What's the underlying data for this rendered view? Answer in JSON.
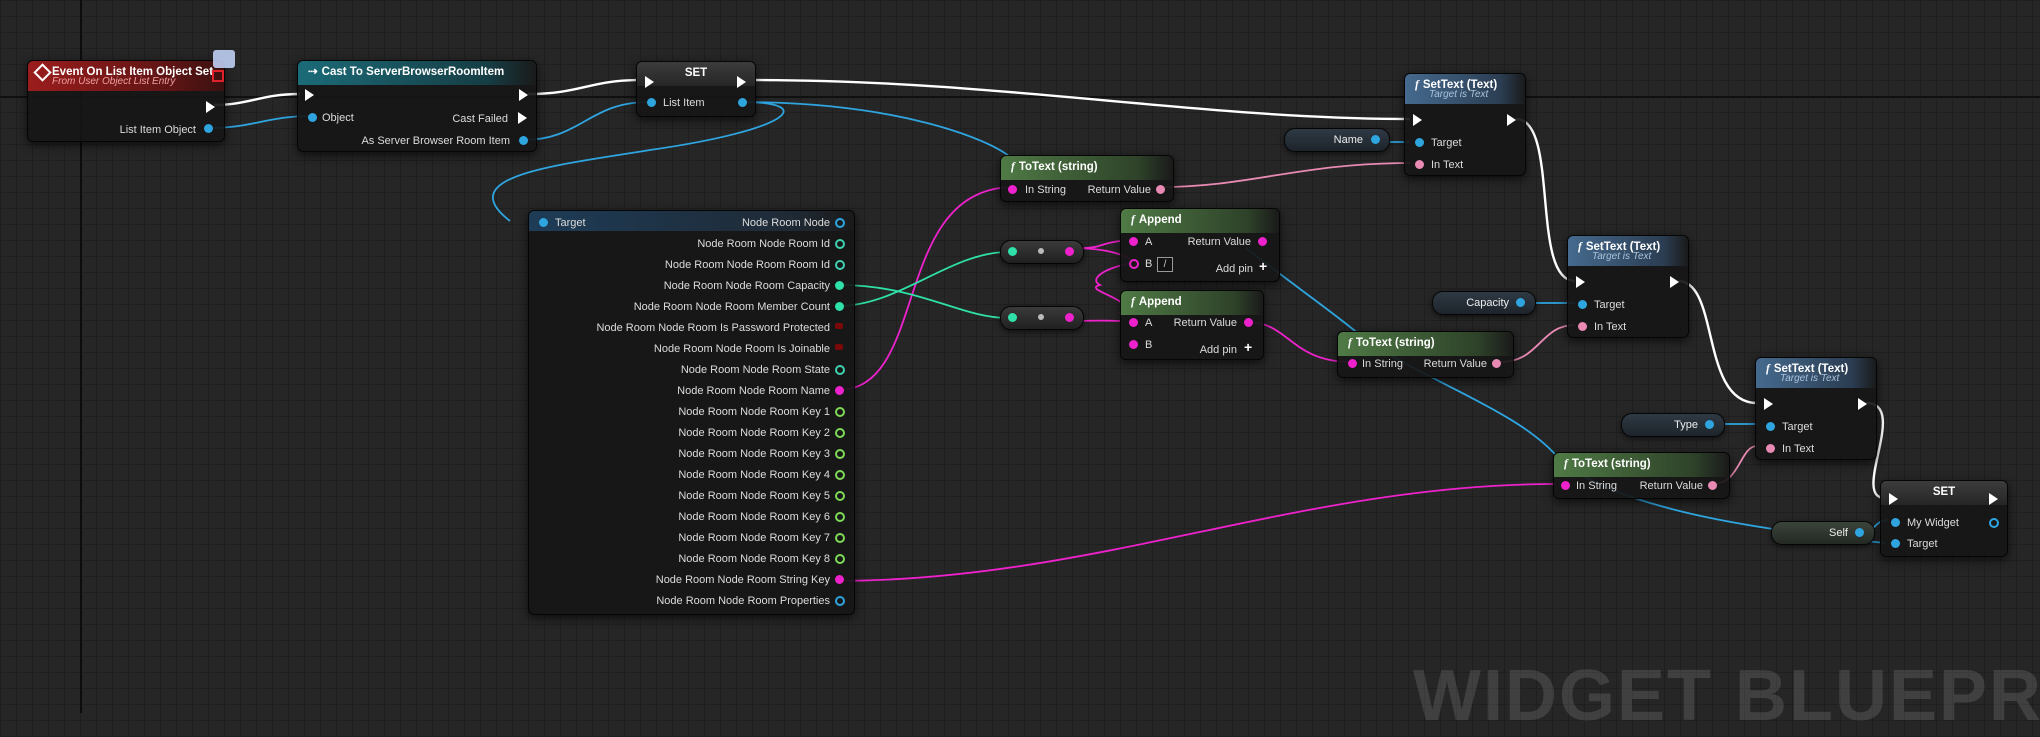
{
  "watermark": "WIDGET BLUEPRINT",
  "nodes": {
    "event": {
      "title": "Event On List Item Object Set",
      "subtitle": "From User Object List Entry",
      "pin_list_item_object": "List Item Object"
    },
    "cast": {
      "title": "Cast To ServerBrowserRoomItem",
      "pin_object": "Object",
      "pin_cast_failed": "Cast Failed",
      "pin_as": "As Server Browser Room Item"
    },
    "set1": {
      "title": "SET",
      "pin_list_item": "List Item"
    },
    "break": {
      "target": "Target",
      "pins": [
        "Node Room Node",
        "Node Room Node Room Id",
        "Node Room Node Room Room Id",
        "Node Room Node Room Capacity",
        "Node Room Node Room Member Count",
        "Node Room Node Room Is Password Protected",
        "Node Room Node Room Is Joinable",
        "Node Room Node Room State",
        "Node Room Node Room Name",
        "Node Room Node Room Key 1",
        "Node Room Node Room Key 2",
        "Node Room Node Room Key 3",
        "Node Room Node Room Key 4",
        "Node Room Node Room Key 5",
        "Node Room Node Room Key 6",
        "Node Room Node Room Key 7",
        "Node Room Node Room Key 8",
        "Node Room Node Room String Key",
        "Node Room Node Room Properties"
      ]
    },
    "totext1": {
      "title": "ToText (string)",
      "in": "In String",
      "out": "Return Value"
    },
    "append1": {
      "title": "Append",
      "a": "A",
      "b": "B",
      "b_value": "/",
      "out": "Return Value",
      "add_pin": "Add pin"
    },
    "append2": {
      "title": "Append",
      "a": "A",
      "b": "B",
      "out": "Return Value",
      "add_pin": "Add pin"
    },
    "totext2": {
      "title": "ToText (string)",
      "in": "In String",
      "out": "Return Value"
    },
    "totext3": {
      "title": "ToText (string)",
      "in": "In String",
      "out": "Return Value"
    },
    "settext1": {
      "title": "SetText (Text)",
      "subtitle": "Target is Text",
      "target": "Target",
      "in_text": "In Text"
    },
    "settext2": {
      "title": "SetText (Text)",
      "subtitle": "Target is Text",
      "target": "Target",
      "in_text": "In Text"
    },
    "settext3": {
      "title": "SetText (Text)",
      "subtitle": "Target is Text",
      "target": "Target",
      "in_text": "In Text"
    },
    "set2": {
      "title": "SET",
      "my_widget": "My Widget",
      "target": "Target"
    }
  },
  "vars": {
    "name": "Name",
    "capacity": "Capacity",
    "type": "Type",
    "self": "Self"
  }
}
